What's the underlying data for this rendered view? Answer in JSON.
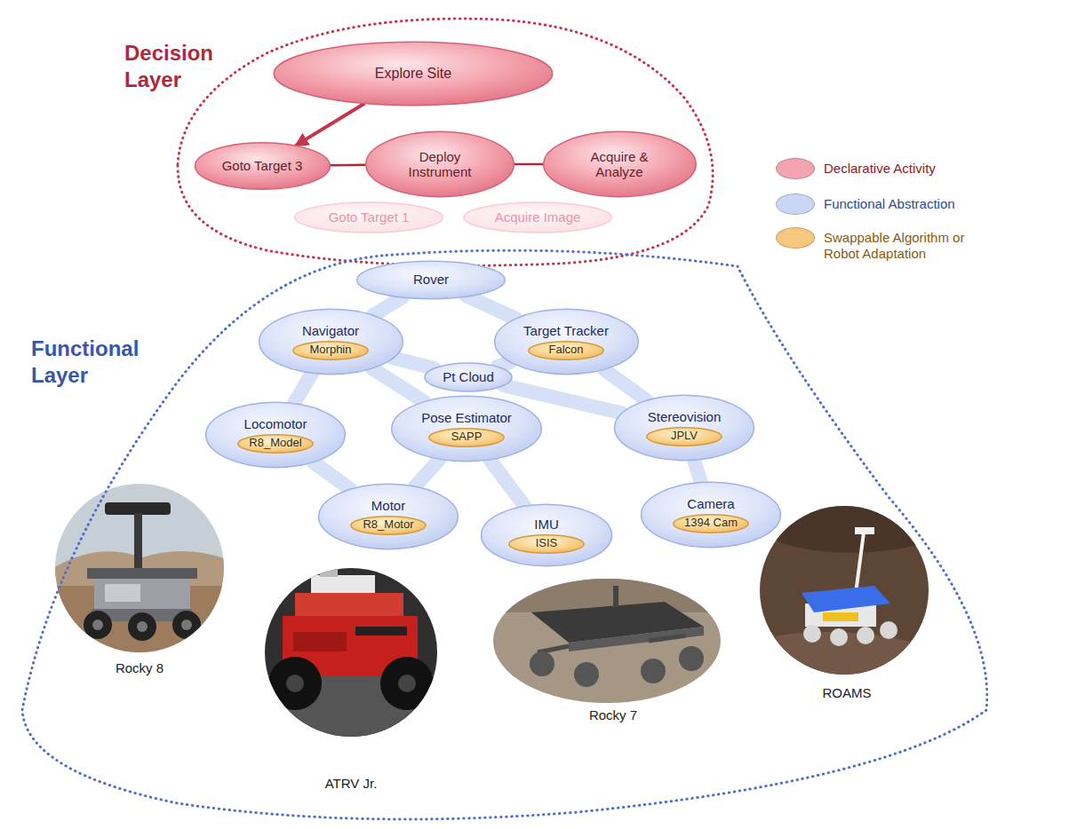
{
  "diagram": {
    "nodes": [
      {
        "text": [
          "Decision Layer"
        ]
      },
      {
        "text": [
          "Explore Site"
        ],
        "in": 0
      },
      {
        "text": [
          "Goto Target 3"
        ],
        "in": 0
      },
      {
        "text": [
          "Deploy Instrument"
        ],
        "in": 0
      },
      {
        "text": [
          "Acquire & Analyze"
        ],
        "in": 0
      },
      {
        "text": [
          "Goto Target 1"
        ],
        "in": 0
      },
      {
        "text": [
          "Acquire Image"
        ],
        "in": 0
      },
      {
        "text": [
          "Functional Layer"
        ]
      },
      {
        "text": [
          "Rover"
        ],
        "in": 7
      },
      {
        "text": [
          "Navigator"
        ],
        "in": 7
      },
      {
        "text": [
          "Morphin"
        ],
        "in": 9
      },
      {
        "text": [
          "Target Tracker"
        ],
        "in": 7
      },
      {
        "text": [
          "Falcon"
        ],
        "in": 11
      },
      {
        "text": [
          "Pt Cloud"
        ],
        "in": 7
      },
      {
        "text": [
          "Locomotor"
        ],
        "in": 7
      },
      {
        "text": [
          "R8_Model"
        ],
        "in": 14
      },
      {
        "text": [
          "Pose Estimator"
        ],
        "in": 7
      },
      {
        "text": [
          "SAPP"
        ],
        "in": 16
      },
      {
        "text": [
          "Stereovision"
        ],
        "in": 7
      },
      {
        "text": [
          "JPLV"
        ],
        "in": 18
      },
      {
        "text": [
          "Motor"
        ],
        "in": 7
      },
      {
        "text": [
          "R8_Motor"
        ],
        "in": 20
      },
      {
        "text": [
          "IMU"
        ],
        "in": 7
      },
      {
        "text": [
          "ISIS"
        ],
        "in": 22
      },
      {
        "text": [
          "Camera"
        ],
        "in": 7
      },
      {
        "text": [
          "1394 Cam"
        ],
        "in": 24
      }
    ],
    "edges": [
      {
        "from": 1,
        "to": 2,
        "arrow": "to"
      },
      {
        "from": 2,
        "to": 3,
        "arrow": "none"
      },
      {
        "from": 3,
        "to": 4,
        "arrow": "none"
      },
      {
        "from": 8,
        "to": 9,
        "arrow": "none"
      },
      {
        "from": 8,
        "to": 11,
        "arrow": "none"
      },
      {
        "from": 9,
        "to": 13,
        "arrow": "none"
      },
      {
        "from": 13,
        "to": 11,
        "arrow": "none"
      },
      {
        "from": 9,
        "to": 14,
        "arrow": "none"
      },
      {
        "from": 9,
        "to": 16,
        "arrow": "none"
      },
      {
        "from": 13,
        "to": 18,
        "arrow": "none"
      },
      {
        "from": 11,
        "to": 18,
        "arrow": "none"
      },
      {
        "from": 14,
        "to": 20,
        "arrow": "none"
      },
      {
        "from": 16,
        "to": 20,
        "arrow": "none"
      },
      {
        "from": 16,
        "to": 22,
        "arrow": "none"
      },
      {
        "from": 18,
        "to": 24,
        "arrow": "none"
      }
    ],
    "labels": [
      "Rocky 8",
      "ATRV Jr.",
      "Rocky 7",
      "ROAMS"
    ],
    "legend": [
      {
        "text": "Declarative Activity",
        "color": "#f4a4ae"
      },
      {
        "text": "Functional Abstraction",
        "color": "#c9d6f5"
      },
      {
        "text": "Swappable Algorithm or Robot Adaptation",
        "color": "#f6c77c"
      }
    ]
  }
}
